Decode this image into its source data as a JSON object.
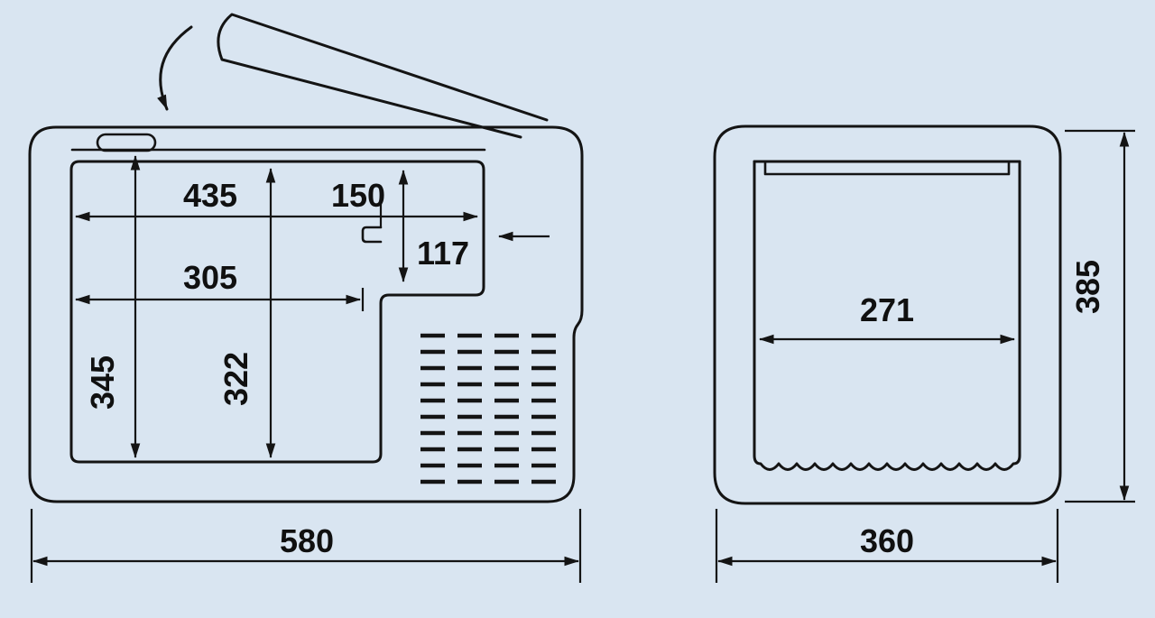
{
  "colors": {
    "background": "#d9e5f1",
    "line": "#141414"
  },
  "front_view": {
    "dims": {
      "top_width": "435",
      "top_right_width": "150",
      "right_depth": "117",
      "mid_width": "305",
      "left_height": "345",
      "mid_height": "322",
      "overall_width": "580"
    }
  },
  "side_view": {
    "dims": {
      "inner_width": "271",
      "overall_height": "385",
      "overall_width": "360"
    }
  }
}
